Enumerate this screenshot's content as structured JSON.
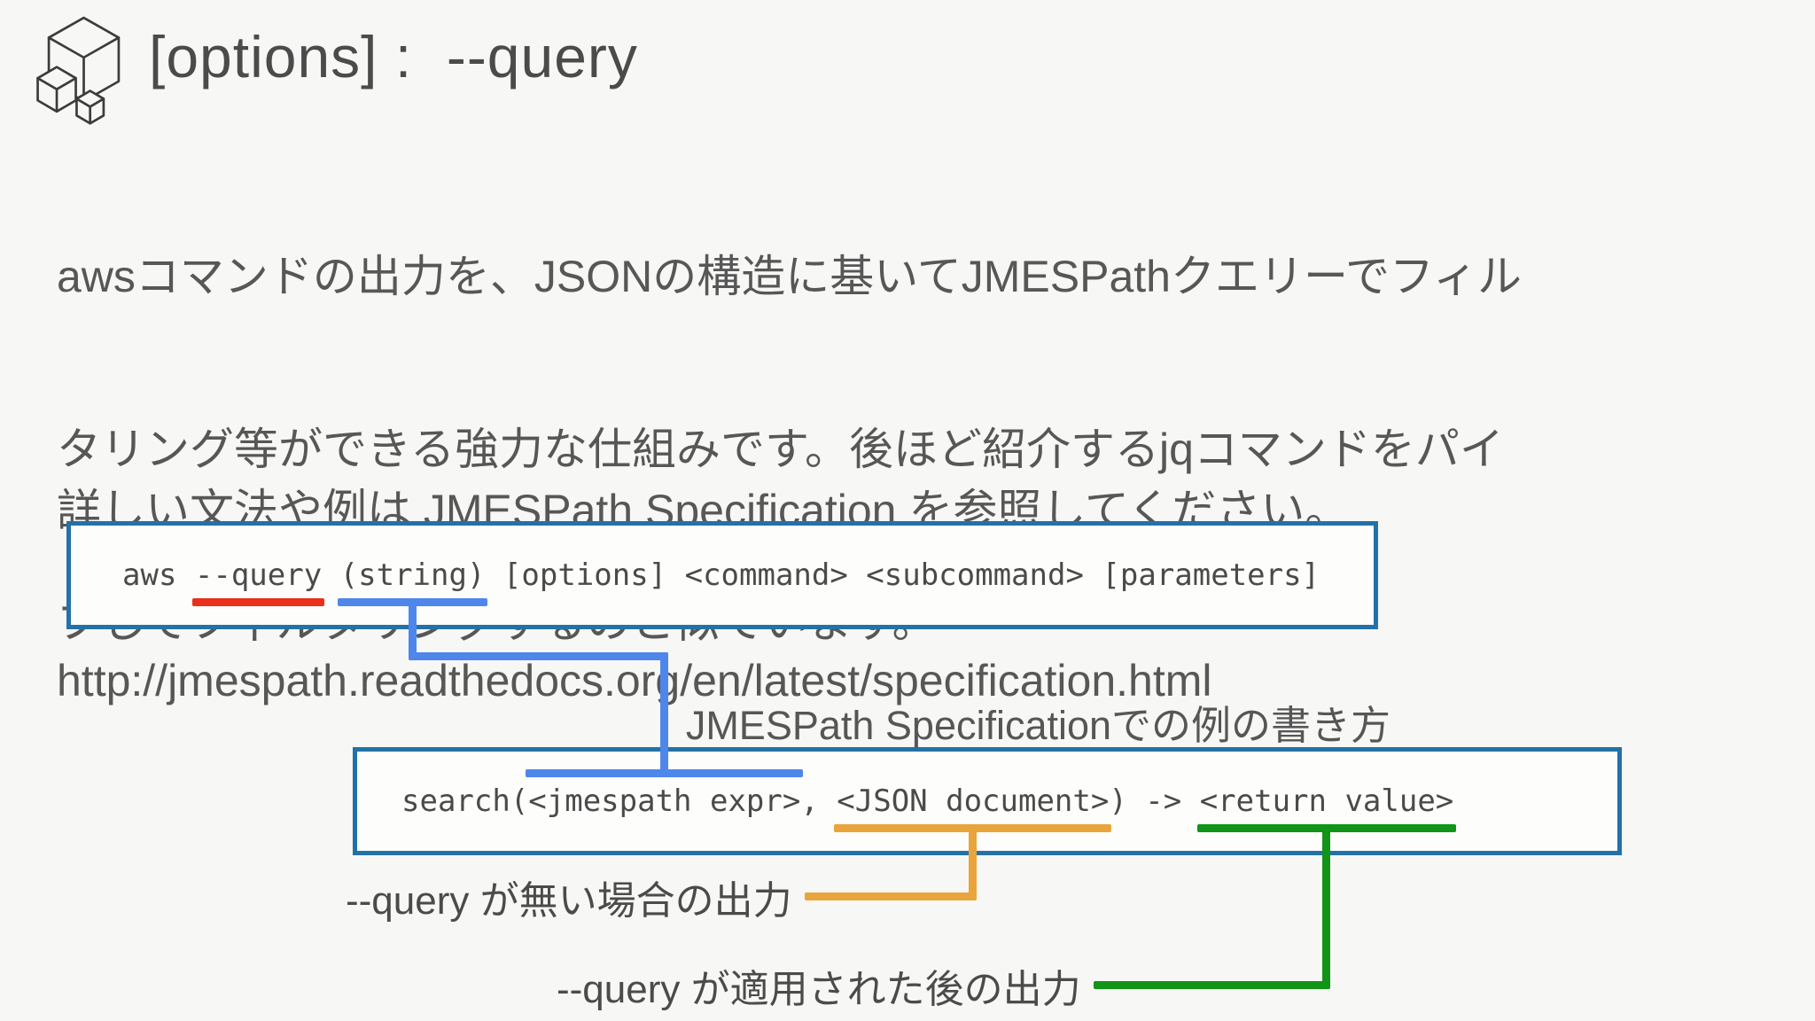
{
  "slide": {
    "title": "[options] :  --query",
    "intro_lines": [
      "awsコマンドの出力を、JSONの構造に基いてJMESPathクエリーでフィル",
      "タリング等ができる強力な仕組みです。後ほど紹介するjqコマンドをパイ",
      "プしてフィルタリングするのと似ています。"
    ],
    "reference_lines": [
      "詳しい文法や例は JMESPath Specification を参照してください。",
      "http://jmespath.readthedocs.org/en/latest/specification.html"
    ]
  },
  "syntax_box": {
    "prefix": "aws ",
    "query_option": "--query",
    "space": " ",
    "string_arg": "(string)",
    "suffix": " [options] <command> <subcommand> [parameters]"
  },
  "spec_label": "JMESPath Specificationでの例の書き方",
  "spec_box": {
    "prefix": "search(",
    "jmespath_expr": "<jmespath expr>",
    "separator": ", ",
    "json_document": "<JSON document>",
    "arrow": ") -> ",
    "return_value": "<return value>"
  },
  "annotations": {
    "no_query_label": "--query が無い場合の出力",
    "applied_query_label": "--query が適用された後の出力"
  },
  "icons": {
    "logo": "aws-cubes-icon"
  },
  "colors": {
    "box_border": "#2372a7",
    "underline_red": "#e8301a",
    "connector_blue": "#4e86ec",
    "connector_orange": "#eaa43c",
    "connector_green": "#119417"
  }
}
